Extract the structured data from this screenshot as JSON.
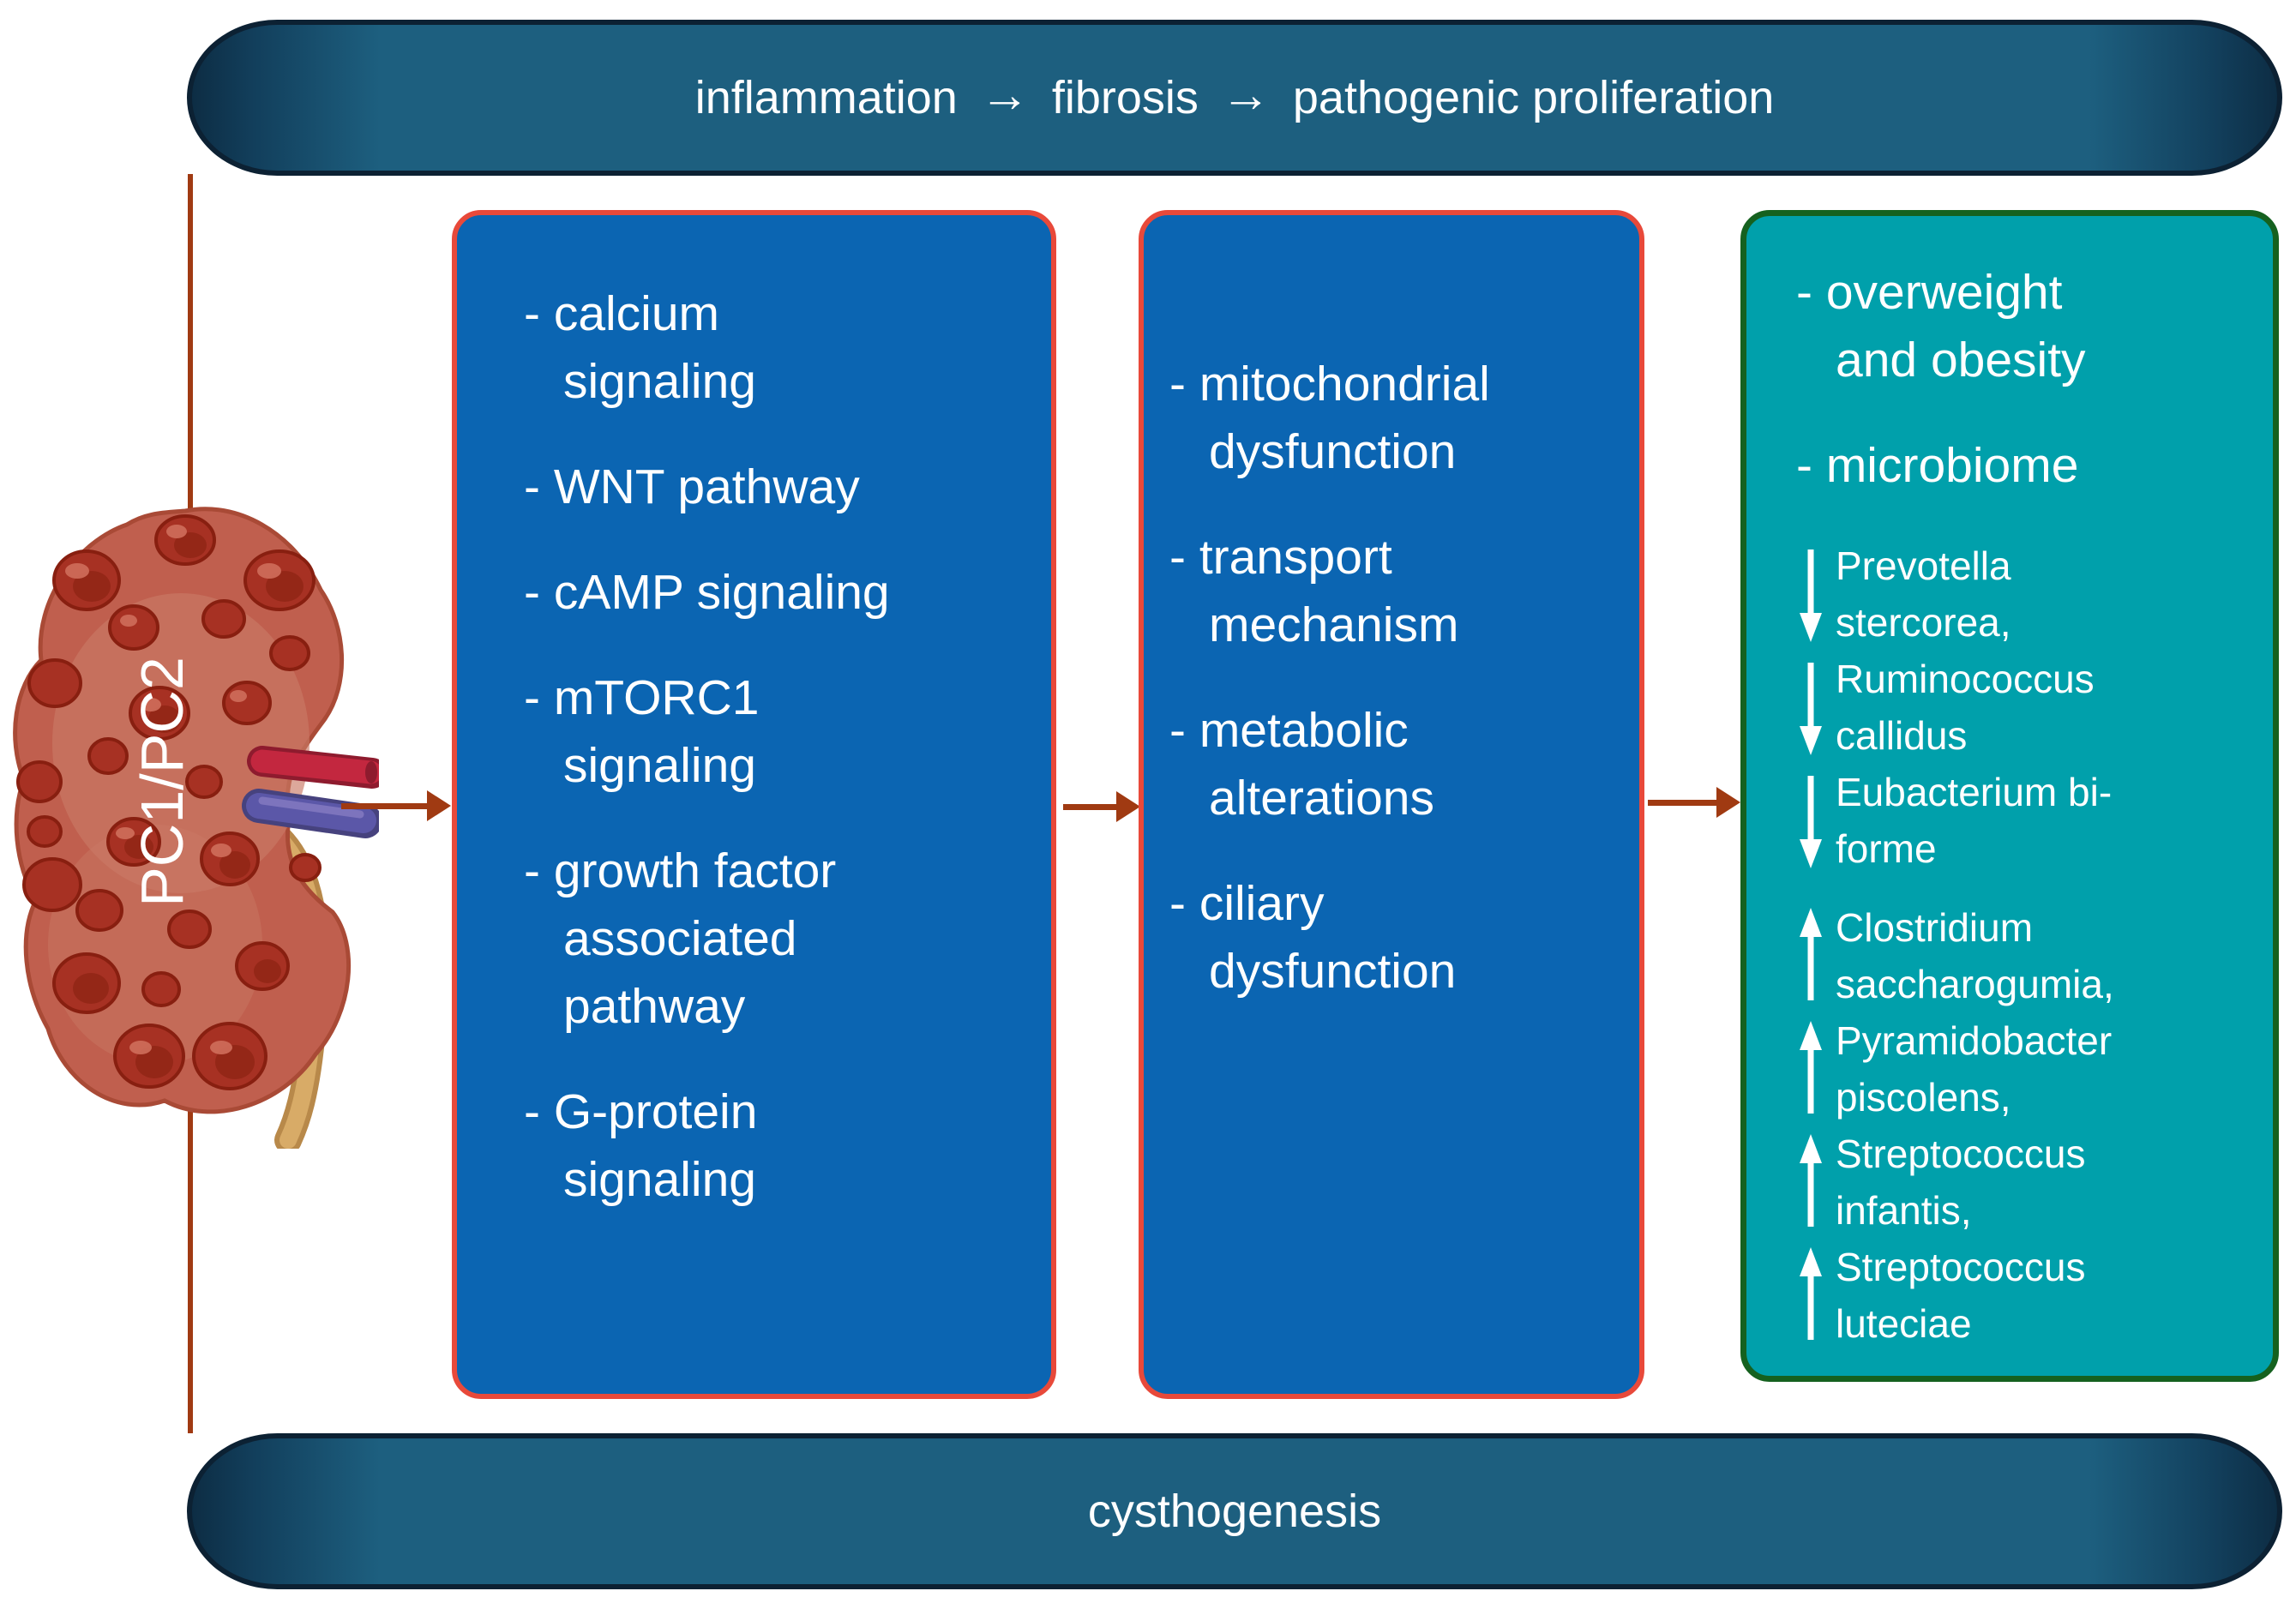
{
  "top_banner": {
    "steps": [
      "inflammation",
      "fibrosis",
      "pathogenic proliferation"
    ],
    "arrow_icon": "→"
  },
  "bottom_banner": {
    "label": "cysthogenesis"
  },
  "kidney": {
    "label": "PC1/PC2"
  },
  "boxes": [
    {
      "items": [
        {
          "lines": [
            "- calcium",
            "signaling"
          ]
        },
        {
          "lines": [
            "- WNT pathway"
          ]
        },
        {
          "lines": [
            "- cAMP signaling"
          ]
        },
        {
          "lines": [
            "- mTORC1",
            "signaling"
          ]
        },
        {
          "lines": [
            "- growth factor",
            "associated",
            "pathway"
          ]
        },
        {
          "lines": [
            "- G-protein",
            "signaling"
          ]
        }
      ]
    },
    {
      "items": [
        {
          "lines": [
            "- mitochondrial",
            "dysfunction"
          ]
        },
        {
          "lines": [
            "- transport",
            "mechanism"
          ]
        },
        {
          "lines": [
            "- metabolic",
            "alterations"
          ]
        },
        {
          "lines": [
            "- ciliary",
            "dysfunction"
          ]
        }
      ]
    },
    {
      "headers": [
        {
          "lines": [
            "- overweight",
            "and obesity"
          ]
        },
        {
          "lines": [
            "- microbiome"
          ]
        }
      ],
      "bacteria": [
        {
          "direction": "down",
          "lines": [
            "Prevotella",
            "stercorea,"
          ]
        },
        {
          "direction": "down",
          "lines": [
            "Ruminococcus",
            "callidus"
          ]
        },
        {
          "direction": "down",
          "lines": [
            "Eubacterium bi-",
            "forme"
          ]
        },
        {
          "direction": "up",
          "lines": [
            "Clostridium",
            "saccharogumia,"
          ]
        },
        {
          "direction": "up",
          "lines": [
            "Pyramidobacter",
            "piscolens,"
          ]
        },
        {
          "direction": "up",
          "lines": [
            "Streptococcus",
            "infantis,"
          ]
        },
        {
          "direction": "up",
          "lines": [
            "Streptococcus",
            "luteciae"
          ]
        }
      ]
    }
  ],
  "colors": {
    "banner_fill": "#1d5f7f",
    "banner_edge": "#0c2133",
    "box_fill_blue": "#0b65b2",
    "box_border_red": "#e8493a",
    "box3_fill_teal": "#00a0ab",
    "box3_border_green": "#15611f",
    "connector_arrow_brown": "#a03a12",
    "text_white": "#ffffff"
  }
}
